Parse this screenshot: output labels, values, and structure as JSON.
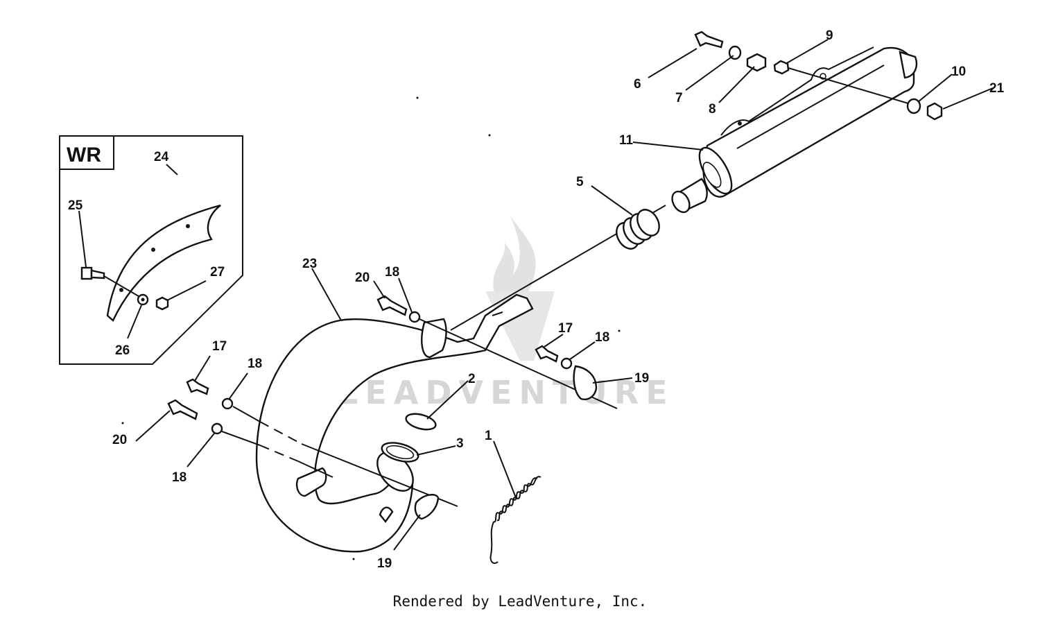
{
  "inset": {
    "tag": "WR"
  },
  "callouts": {
    "c1": "1",
    "c2": "2",
    "c3": "3",
    "c5": "5",
    "c6": "6",
    "c7": "7",
    "c8": "8",
    "c9": "9",
    "c10": "10",
    "c11": "11",
    "c17a": "17",
    "c17b": "17",
    "c18a": "18",
    "c18b": "18",
    "c18c": "18",
    "c18d": "18",
    "c19a": "19",
    "c19b": "19",
    "c20a": "20",
    "c20b": "20",
    "c21": "21",
    "c23": "23",
    "c24": "24",
    "c25": "25",
    "c26": "26",
    "c27": "27"
  },
  "watermark": "LEADVENTURE",
  "footer": "Rendered by LeadVenture, Inc."
}
